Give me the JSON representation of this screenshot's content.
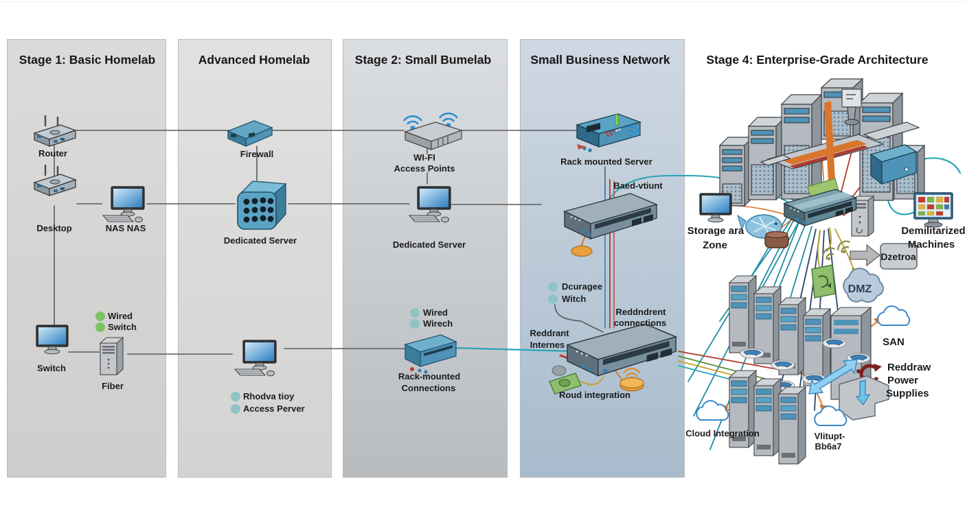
{
  "panels": {
    "stage1": {
      "title": "Stage 1: Basic Homelab",
      "router": "Router",
      "desktop": "Desktop",
      "nas": "NAS NAS",
      "legend1": "Wired",
      "legend2": "Switch",
      "switch": "Switch",
      "fiber": "Fiber"
    },
    "advanced": {
      "title": "Advanced Homelab",
      "firewall": "Firewall",
      "server": "Dedicated Server",
      "legend1": "Rhodva tioy",
      "legend2": "Access Perver"
    },
    "stage2": {
      "title": "Stage 2: Small Bumelab",
      "wifi1": "WI-FI",
      "wifi2": "Access Points",
      "server": "Dedicated Server",
      "legend1": "Wired",
      "legend2": "Wirech",
      "rack1": "Rack-mounted",
      "rack2": "Connections"
    },
    "business": {
      "title": "Small Business Network",
      "rack_server": "Rack mounted Server",
      "band": "Baed-vtiunt",
      "legend1": "Dcuragee",
      "legend2": "Witch",
      "redundant1": "Reddndrent",
      "redundant2": "connections",
      "internet1": "Reddrant",
      "internet2": "Internes",
      "integration": "Roud integration"
    },
    "enterprise": {
      "title": "Stage 4: Enterprise-Grade Architecture",
      "storage1": "Storage ara",
      "storage2": "Zone",
      "demil1": "Demilitarized",
      "demil2": "Machines",
      "detect": "Dzetroa",
      "dmz": "DMZ",
      "san": "SAN",
      "power1": "Reddraw",
      "power2": "Power",
      "power3": "Supplies",
      "cloud": "Cloud Integration",
      "virtual1": "Vlitupt-",
      "virtual2": "Bb6a7"
    }
  },
  "colors": {
    "legend_green": "#7cc263",
    "legend_teal": "#8fc3c4",
    "device_blue": "#4f93b8",
    "line_teal": "#29a3b5",
    "line_red": "#b03a2e",
    "line_orange": "#d9762b",
    "line_yellow": "#b99a2e",
    "cloud_fill": "#b9cbdd"
  }
}
